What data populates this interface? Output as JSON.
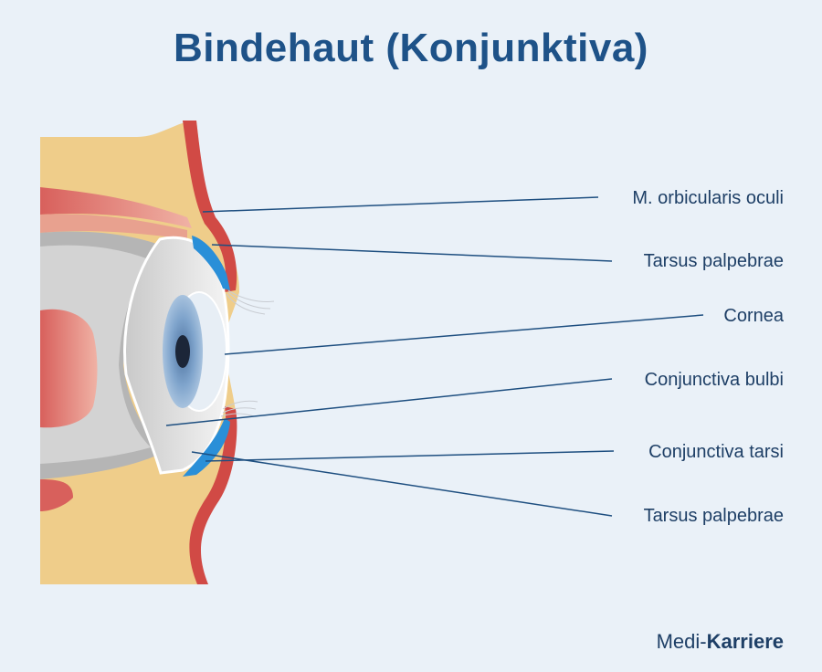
{
  "title": "Bindehaut (Konjunktiva)",
  "labels": [
    "M. orbicularis oculi",
    "Tarsus palpebrae",
    "Cornea",
    "Conjunctiva bulbi",
    "Conjunctiva tarsi",
    "Tarsus palpebrae"
  ],
  "brand": {
    "prefix": "Medi-",
    "name": "Karriere"
  },
  "colors": {
    "background": "#eaf1f8",
    "title": "#1e5288",
    "leader_line": "#1e4f80",
    "conjunctiva": "#2a8fd8",
    "skin": "#efcd8a",
    "muscle": "#c9413f",
    "sclera": "#e2e2e2",
    "iris": "#6f95bc"
  }
}
